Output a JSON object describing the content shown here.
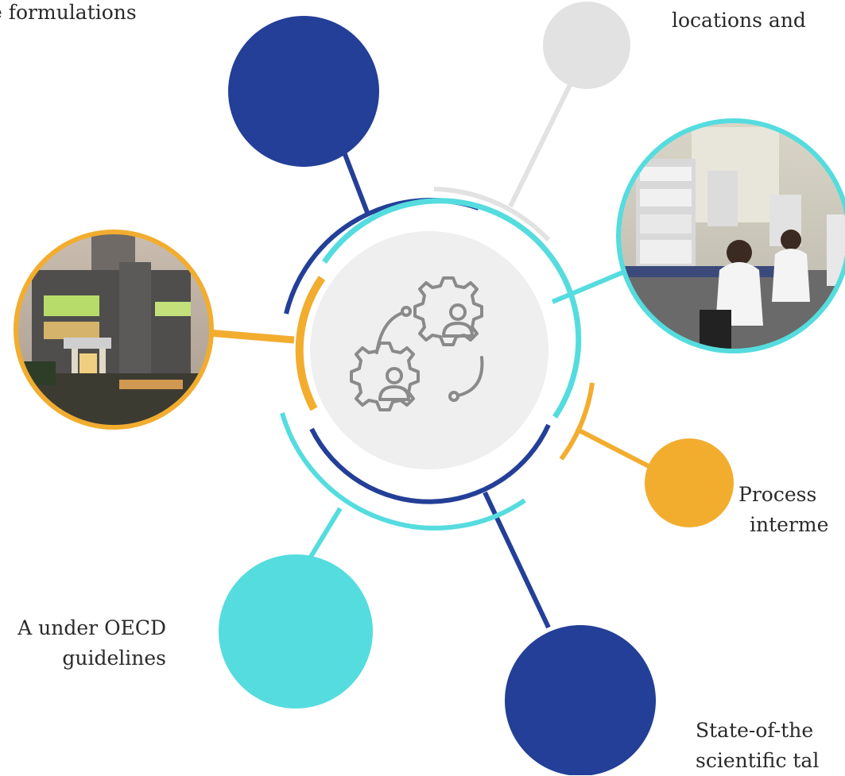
{
  "labels": {
    "top_left": "e formulations",
    "top_right": "locations and",
    "right_line1": "Process",
    "right_line2": "interme",
    "left_line1": "A under OECD",
    "left_line2": "guidelines",
    "bottom_right_line1": "State-of-the",
    "bottom_right_line2": "scientific tal"
  },
  "colors": {
    "navy": "#233f97",
    "cyan": "#55dcdf",
    "orange": "#f2ad2f",
    "light_gray": "#e2e2e2",
    "center_gray": "#efefef",
    "icon_gray": "#8a8a8a"
  },
  "center_icon": "collaboration-gears-people-icon",
  "photos": {
    "left": "building-photo",
    "right": "laboratory-photo"
  }
}
